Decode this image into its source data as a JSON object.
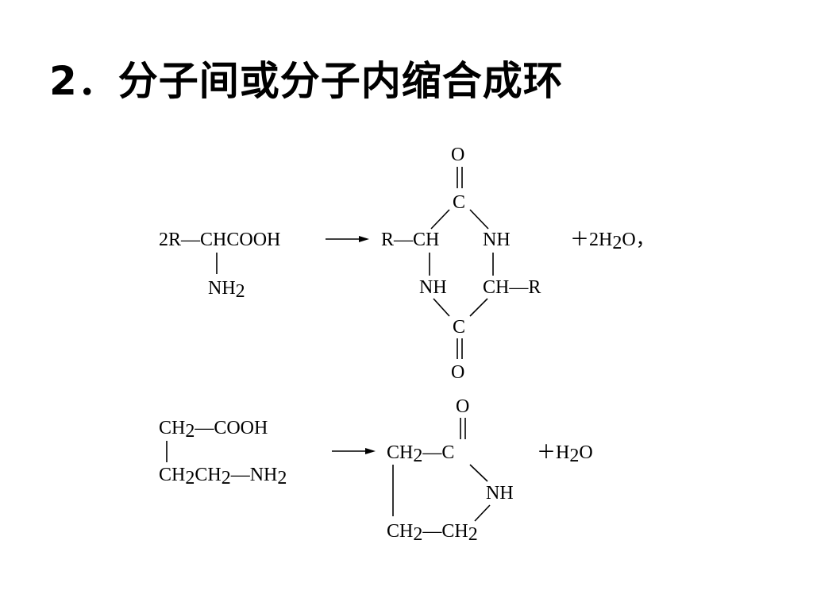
{
  "title": "2．分子间或分子内缩合成环",
  "reaction1": {
    "reactant": {
      "main": "2R—CHCOOH",
      "substituent": "NH",
      "substituent_sub": "2"
    },
    "product": {
      "top_o": "O",
      "top_c": "C",
      "left_top": "R—CH",
      "right_top": "NH",
      "left_bottom": "NH",
      "right_bottom": "CH—R",
      "bottom_c": "C",
      "bottom_o": "O"
    },
    "byproduct": {
      "pre": "＋2H",
      "sub": "2",
      "post": "O，"
    }
  },
  "reaction2": {
    "reactant": {
      "line1_a": "CH",
      "line1_a_sub": "2",
      "line1_b": "—COOH",
      "line2_a": "CH",
      "line2_a_sub": "2",
      "line2_b": "CH",
      "line2_b_sub": "2",
      "line2_c": "—NH",
      "line2_c_sub": "2"
    },
    "product": {
      "top_o": "O",
      "ch2_top": "CH",
      "ch2_top_sub": "2",
      "c_right": "—C",
      "nh": "NH",
      "ch2_bl": "CH",
      "ch2_bl_sub": "2",
      "ch2_br": "—CH",
      "ch2_br_sub": "2"
    },
    "byproduct": {
      "pre": "＋H",
      "sub": "2",
      "post": "O"
    }
  }
}
